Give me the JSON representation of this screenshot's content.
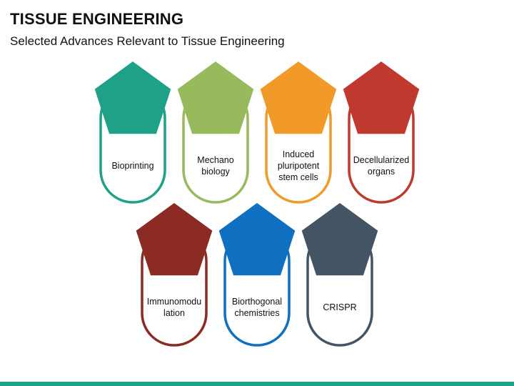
{
  "title": "TISSUE ENGINEERING",
  "subtitle": "Selected Advances Relevant to Tissue Engineering",
  "accent_color": "#1fa187",
  "items": [
    {
      "lines": [
        "Bioprinting"
      ],
      "color": "#1fa187"
    },
    {
      "lines": [
        "Mechano",
        "biology"
      ],
      "color": "#97bb5c"
    },
    {
      "lines": [
        "Induced",
        "pluripotent",
        "stem cells"
      ],
      "color": "#f19a29"
    },
    {
      "lines": [
        "Decellularized",
        "organs"
      ],
      "color": "#c0392f"
    },
    {
      "lines": [
        "Immunomodu",
        "lation"
      ],
      "color": "#8c2a24"
    },
    {
      "lines": [
        "Biorthogonal",
        "chemistries"
      ],
      "color": "#0f6fc0"
    },
    {
      "lines": [
        "CRISPR"
      ],
      "color": "#435465"
    }
  ]
}
